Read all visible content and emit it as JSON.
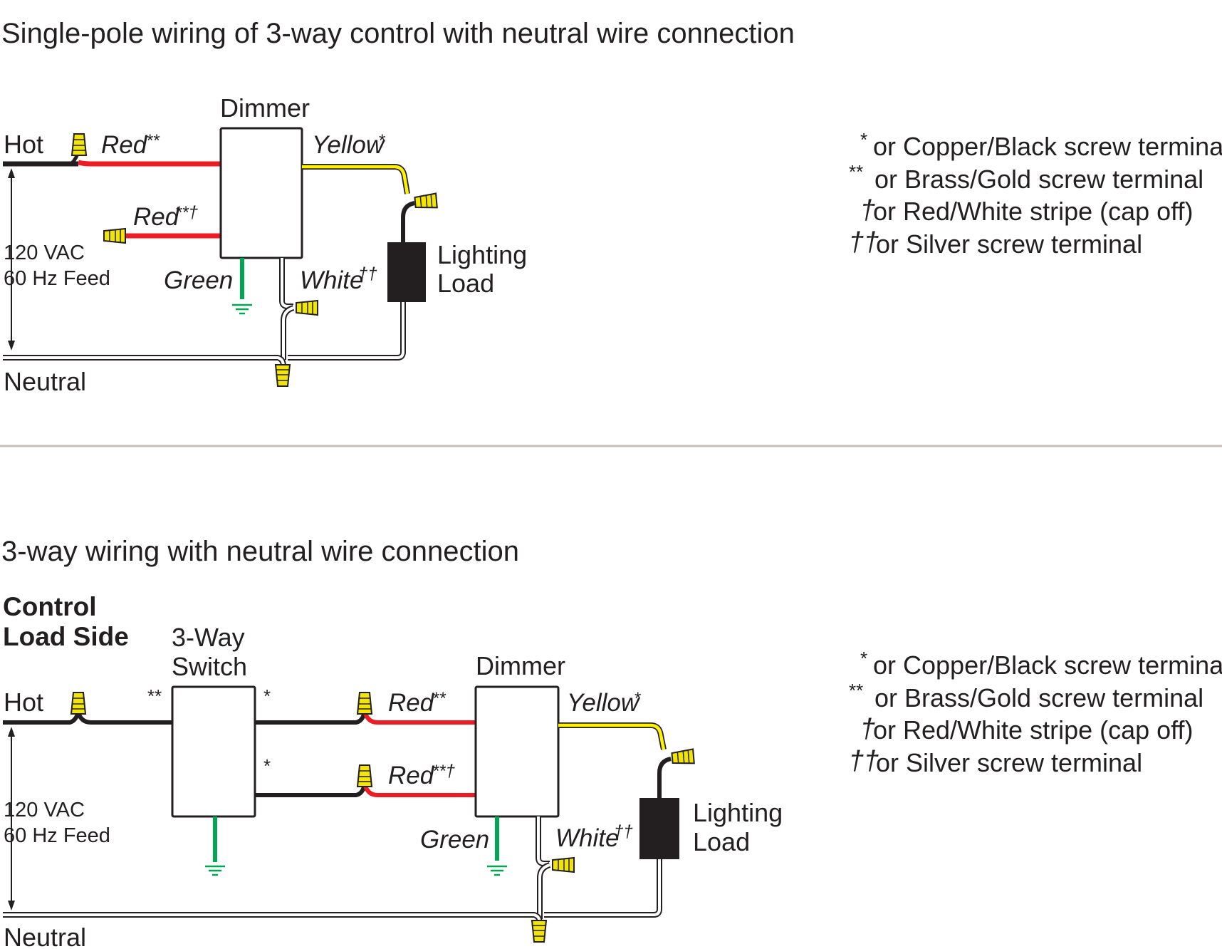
{
  "diagram1": {
    "title": "Single-pole wiring of 3-way control with neutral wire connection",
    "hot": "Hot",
    "neutral": "Neutral",
    "feed_line1": "120 VAC",
    "feed_line2": "60 Hz Feed",
    "dimmer": "Dimmer",
    "red_top": "Red",
    "red_top_mark": "**",
    "red_bottom": "Red",
    "red_bottom_mark": "**†",
    "yellow": "Yellow",
    "yellow_mark": "*",
    "green": "Green",
    "white": "White",
    "white_mark": "††",
    "load_line1": "Lighting",
    "load_line2": "Load"
  },
  "diagram2": {
    "title": "3-way wiring with neutral wire connection",
    "side_line1": "Control",
    "side_line2": "Load Side",
    "switch_line1": "3-Way",
    "switch_line2": "Switch",
    "hot": "Hot",
    "neutral": "Neutral",
    "feed_line1": "120 VAC",
    "feed_line2": "60 Hz Feed",
    "switch_left_mark": "**",
    "switch_right_top_mark": "*",
    "switch_right_bottom_mark": "*",
    "dimmer": "Dimmer",
    "red_top": "Red",
    "red_top_mark": "**",
    "red_bottom": "Red",
    "red_bottom_mark": "**†",
    "yellow": "Yellow",
    "yellow_mark": "*",
    "green": "Green",
    "white": "White",
    "white_mark": "††",
    "load_line1": "Lighting",
    "load_line2": "Load"
  },
  "legend": [
    {
      "mark": "*",
      "text": "or Copper/Black screw terminal"
    },
    {
      "mark": "**",
      "text": "or Brass/Gold screw terminal"
    },
    {
      "mark": "†",
      "text": "or Red/White stripe (cap off)"
    },
    {
      "mark": "††",
      "text": "or Silver screw terminal"
    }
  ],
  "colors": {
    "hot_wire": "#231f20",
    "red_wire": "#ed1c24",
    "yellow_wire": "#fff200",
    "green_wire": "#00a651",
    "connector": "#f2e600",
    "divider": "#c8bfbb"
  }
}
